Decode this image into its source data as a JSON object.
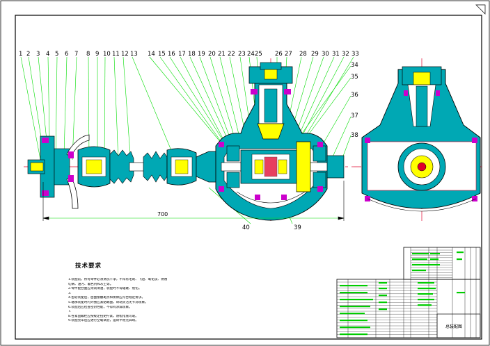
{
  "drawing": {
    "callouts_top": [
      "1",
      "2",
      "3",
      "4",
      "5",
      "6",
      "7",
      "8",
      "9",
      "10",
      "11",
      "12",
      "13",
      "14",
      "15",
      "16",
      "17",
      "18",
      "19",
      "20",
      "21",
      "22",
      "23",
      "24",
      "25",
      "26",
      "27",
      "28",
      "29",
      "30",
      "31",
      "32",
      "33"
    ],
    "callouts_right": [
      "34",
      "35",
      "36",
      "37",
      "38"
    ],
    "callouts_bottom": [
      "40",
      "39"
    ],
    "dimension_label": "700"
  },
  "notes": {
    "title": "技术要求",
    "lines": [
      "1.装配前，所有零件必须清洗干净，不得有毛刺、飞边、氧化皮、锈蚀",
      "  切屑、油污、着色剂和灰尘等。",
      "2.零件配合面应涂润滑油，装配时不得磕碰、划伤。",
      "3.",
      "4.齿轮装配后，齿面接触斑点和侧隙应符合规定要求。",
      "5.轴承装配时内外圈应紧贴端面，转动灵活无卡滞现象。",
      "6.装配后应检查密封性能，不得有渗漏现象。",
      "7.",
      "8.各紧固螺栓应按规定扭矩拧紧，防松措施可靠。",
      "9.装配完毕后应进行空载试验，运转平稳无异响。"
    ]
  },
  "title_block": {
    "name": "总装配图"
  },
  "colors": {
    "outline": "#00e000",
    "body": "#00a8b4",
    "center": "#e0002a",
    "ink": "#000000",
    "bolt": "#cc00cc",
    "hatch": "#0000cc"
  }
}
